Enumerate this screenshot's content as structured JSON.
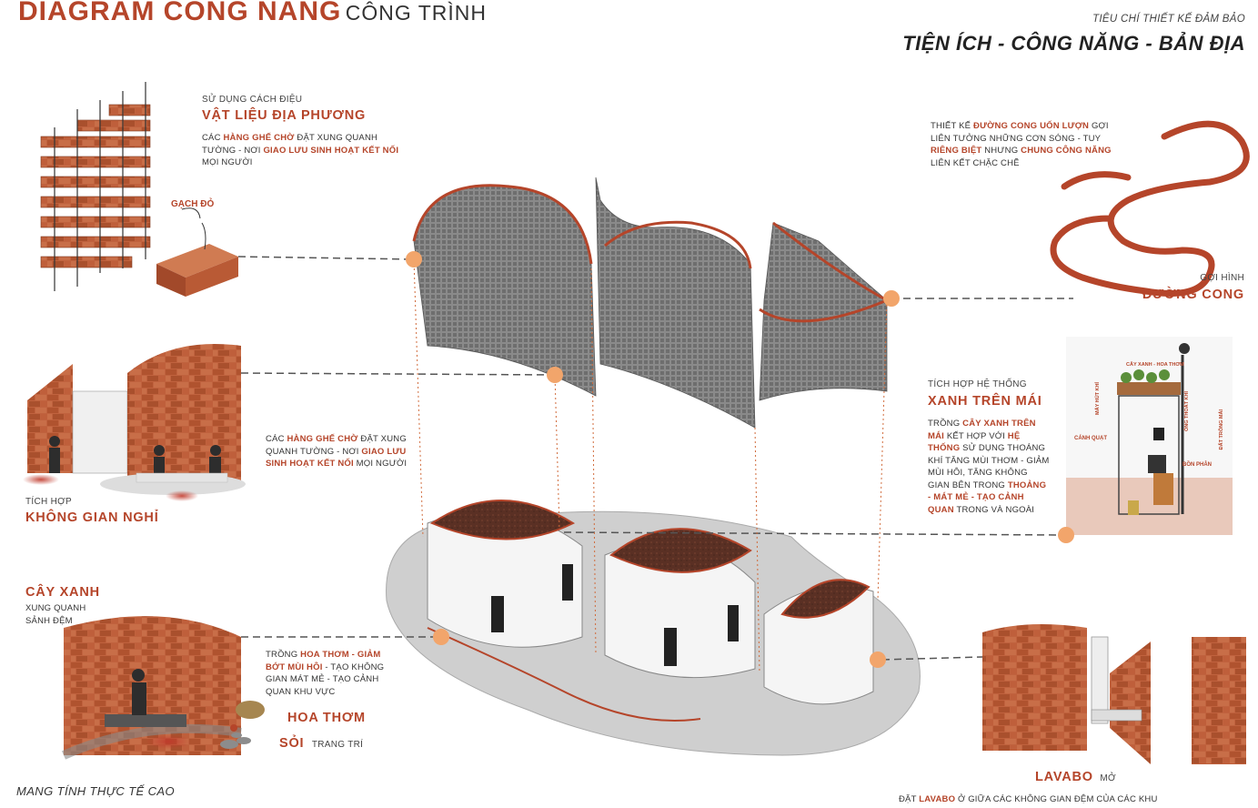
{
  "header": {
    "title_bold": "DIAGRAM CÔNG NĂNG",
    "title_light": "CÔNG TRÌNH",
    "criteria_label": "TIÊU CHÍ THIẾT KẾ ĐẢM BẢO",
    "criteria_value": "TIỆN ÍCH - CÔNG NĂNG - BẢN ĐỊA"
  },
  "material": {
    "lead": "SỬ DỤNG CÁCH ĐIỆU",
    "heading": "VẬT LIỆU ĐỊA PHƯƠNG",
    "body": [
      {
        "t": "CÁC ",
        "h": false
      },
      {
        "t": "HÀNG GHẾ CHỜ",
        "h": true
      },
      {
        "t": " ĐẶT XUNG QUANH TƯỜNG - NƠI ",
        "h": false
      },
      {
        "t": "GIAO LƯU SINH HOẠT KẾT NỐI",
        "h": true
      },
      {
        "t": " MỌI NGƯỜI",
        "h": false
      }
    ],
    "brick_label": "GẠCH ĐỎ"
  },
  "curve": {
    "body": [
      {
        "t": "THIẾT KẾ ",
        "h": false
      },
      {
        "t": "ĐƯỜNG CONG UỐN LƯỢN",
        "h": true
      },
      {
        "t": " GỢI LIÊN TƯỞNG NHỮNG CƠN SÓNG - TUY ",
        "h": false
      },
      {
        "t": "RIÊNG BIỆT",
        "h": true
      },
      {
        "t": " NHƯNG ",
        "h": false
      },
      {
        "t": "CHUNG CÔNG NĂNG",
        "h": true
      },
      {
        "t": " LIÊN KẾT CHẶC CHẼ",
        "h": false
      }
    ],
    "lead": "GỢI HÌNH",
    "heading": "ĐƯỜNG CONG"
  },
  "rest": {
    "body": [
      {
        "t": "CÁC ",
        "h": false
      },
      {
        "t": "HÀNG GHẾ CHỜ",
        "h": true
      },
      {
        "t": " ĐẶT XUNG QUANH TƯỜNG - NƠI ",
        "h": false
      },
      {
        "t": "GIAO LƯU SINH HOẠT KẾT NỐI",
        "h": true
      },
      {
        "t": " MỌI NGƯỜI",
        "h": false
      }
    ],
    "lead": "TÍCH HỢP",
    "heading": "KHÔNG GIAN NGHỈ"
  },
  "roof": {
    "lead": "TÍCH HỢP HỆ THỐNG",
    "heading": "XANH TRÊN MÁI",
    "body": [
      {
        "t": "TRỒNG ",
        "h": false
      },
      {
        "t": "CÂY XANH TRÊN MÁI",
        "h": true
      },
      {
        "t": " KẾT HỢP VỚI ",
        "h": false
      },
      {
        "t": "HỆ THỐNG",
        "h": true
      },
      {
        "t": " SỬ DỤNG THOÁNG KHÍ TĂNG MÙI THƠM - GIẢM MÙI HÔI, TĂNG KHÔNG GIAN BÊN TRONG ",
        "h": false
      },
      {
        "t": "THOẢNG - MÁT MẺ - TẠO CẢNH QUAN",
        "h": true
      },
      {
        "t": " TRONG VÀ NGOÀI",
        "h": false
      }
    ],
    "labels": {
      "plants": "CÂY XANH - HOA THƠM",
      "fan_exhaust": "MÁY HÚT KHÍ",
      "vent": "ÔNG THOÁT KHÍ",
      "roof_soil": "ĐẤT TRỒNG MÁI",
      "fan": "CÁNH QUẠT",
      "compost": "BỒN PHÂN"
    }
  },
  "green": {
    "heading": "CÂY XANH",
    "body": "XUNG QUANH SẢNH ĐỆM"
  },
  "flower": {
    "body": [
      {
        "t": "TRỒNG ",
        "h": false
      },
      {
        "t": "HOA THƠM - GIẢM BỚT MÙI HÔI",
        "h": true
      },
      {
        "t": " - TẠO KHÔNG GIAN MÁT MẺ - TẠO CẢNH QUAN KHU VỰC",
        "h": false
      }
    ],
    "flower_label": "HOA THƠM",
    "pebble_label": "SỎI",
    "pebble_suffix": "TRANG TRÍ"
  },
  "lavabo": {
    "heading": "LAVABO",
    "suffix": "MỞ",
    "note_pre": "ĐẶT ",
    "note_hl": "LAVABO",
    "note_post": " Ở GIỮA CÁC KHÔNG GIAN ĐỆM CỦA CÁC KHU"
  },
  "footer": {
    "note": "MANG TÍNH THỰC TẾ CAO"
  },
  "colors": {
    "accent": "#b5452a",
    "brick": "#b5532f",
    "brick_dark": "#8e3a1f",
    "wall": "#7d7d7d",
    "marker": "#f2a56b",
    "soil": "#5a3024"
  }
}
